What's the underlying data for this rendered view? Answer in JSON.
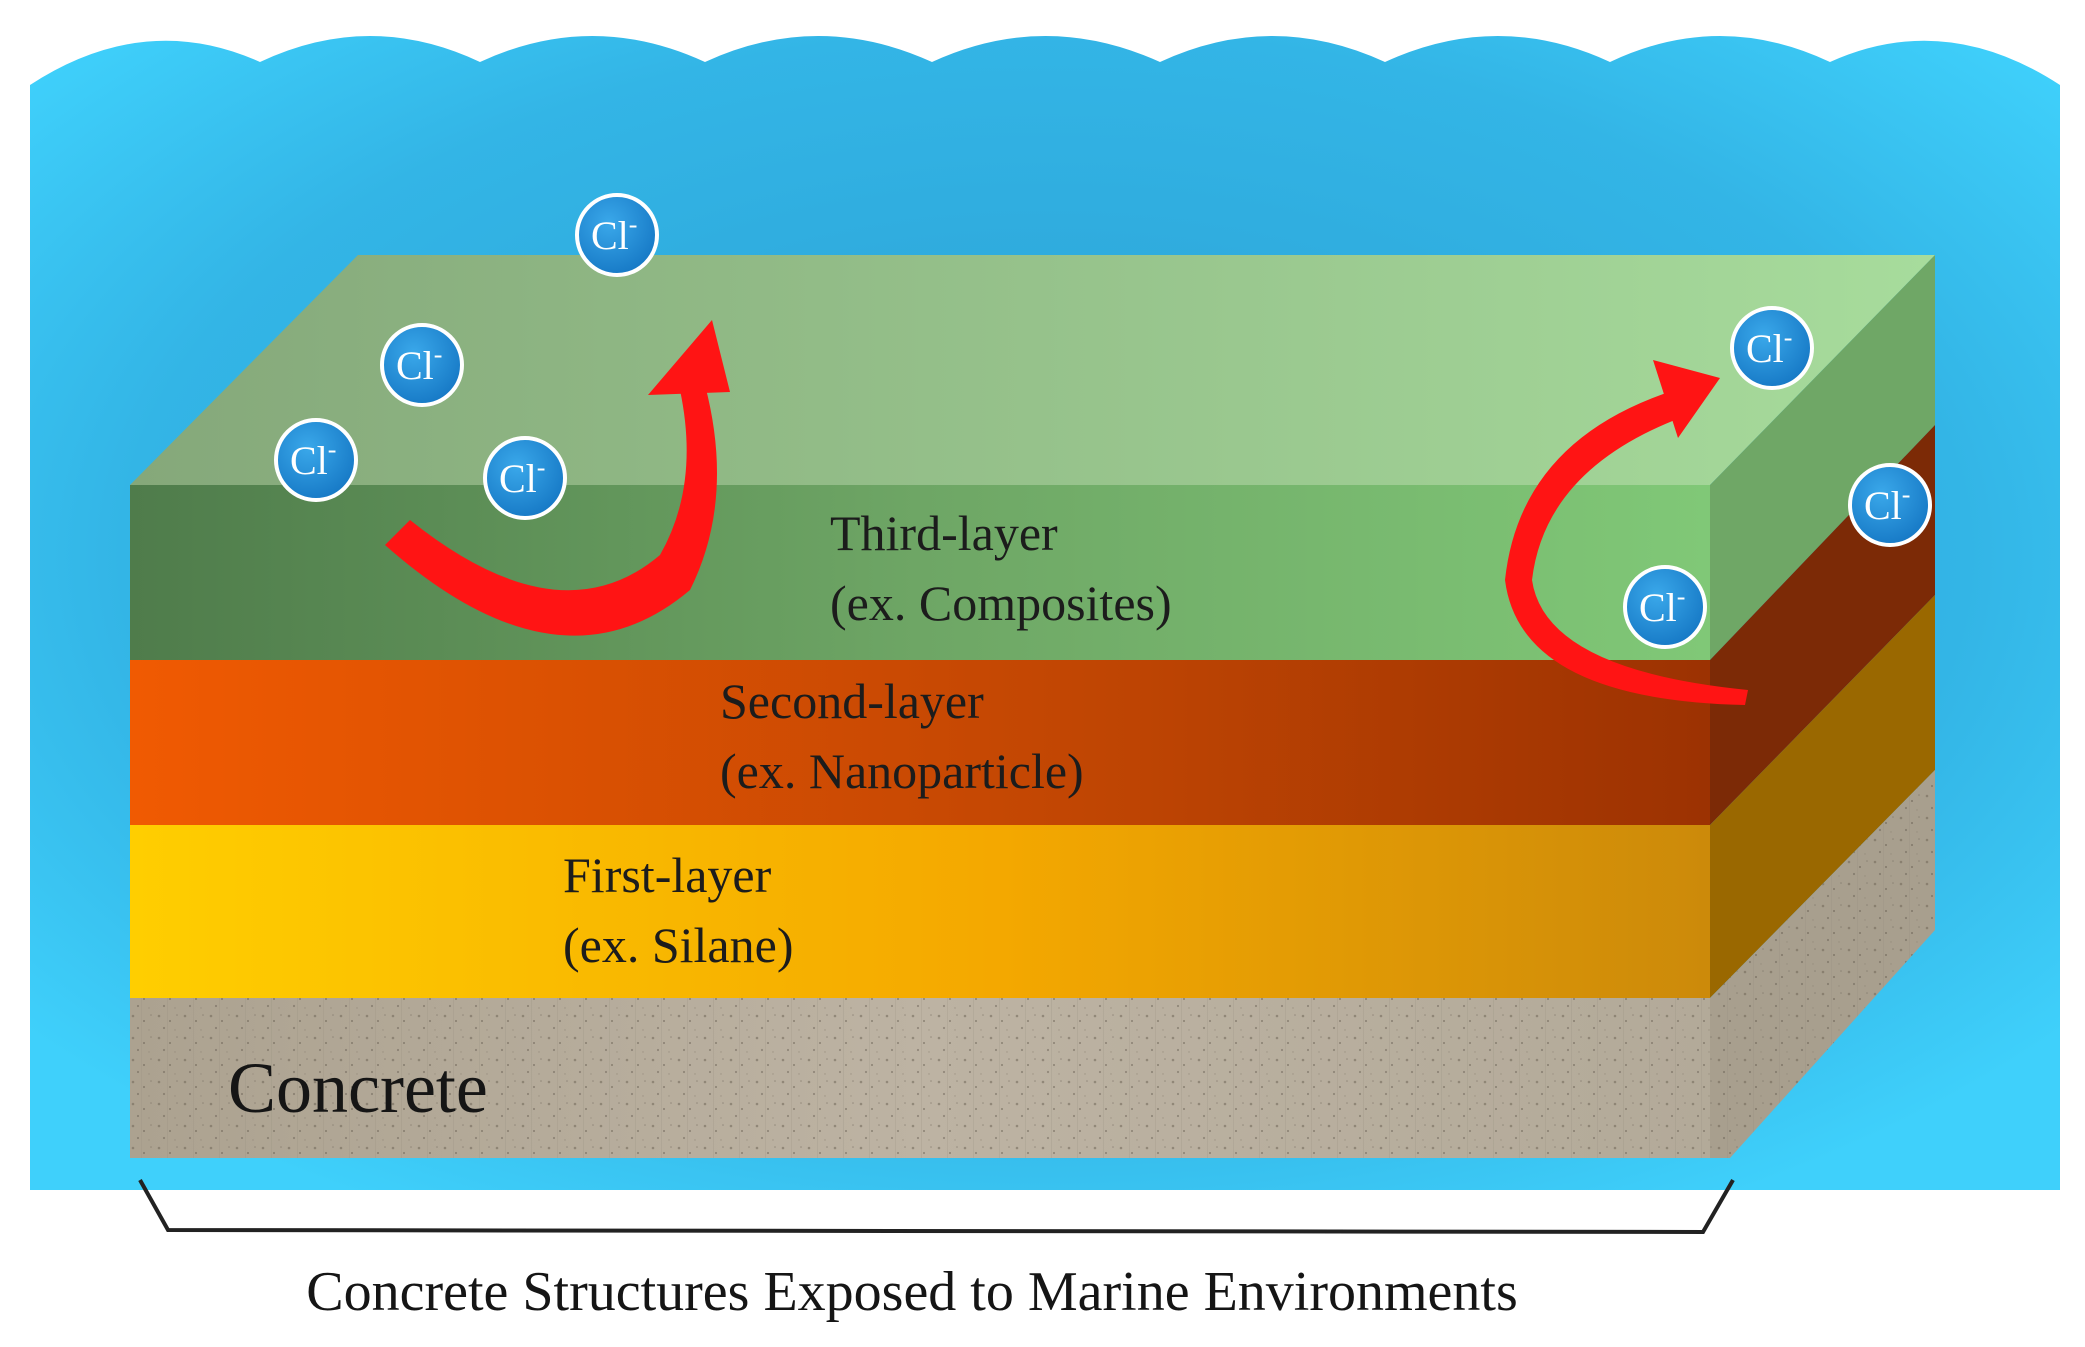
{
  "colors": {
    "water": "#3ecbf5",
    "water_deep": "#2aa6d9",
    "third_layer": "#7cbf72",
    "second_layer": "#d9520a",
    "first_layer": "#f7b900",
    "concrete": "#b8ad9c",
    "arrow": "#ff1212",
    "ion": "#1e8fd8",
    "text": "#111111"
  },
  "layers": {
    "third": {
      "name": "Third-layer",
      "example": "(ex. Composites)"
    },
    "second": {
      "name": "Second-layer",
      "example": "(ex. Nanoparticle)"
    },
    "first": {
      "name": "First-layer",
      "example": "(ex. Silane)"
    },
    "base": {
      "name": "Concrete"
    }
  },
  "ions": [
    {
      "base": "Cl",
      "charge": "-"
    },
    {
      "base": "Cl",
      "charge": "-"
    },
    {
      "base": "Cl",
      "charge": "-"
    },
    {
      "base": "Cl",
      "charge": "-"
    },
    {
      "base": "Cl",
      "charge": "-"
    },
    {
      "base": "Cl",
      "charge": "-"
    },
    {
      "base": "Cl",
      "charge": "-"
    }
  ],
  "caption": "Concrete Structures Exposed to Marine Environments"
}
